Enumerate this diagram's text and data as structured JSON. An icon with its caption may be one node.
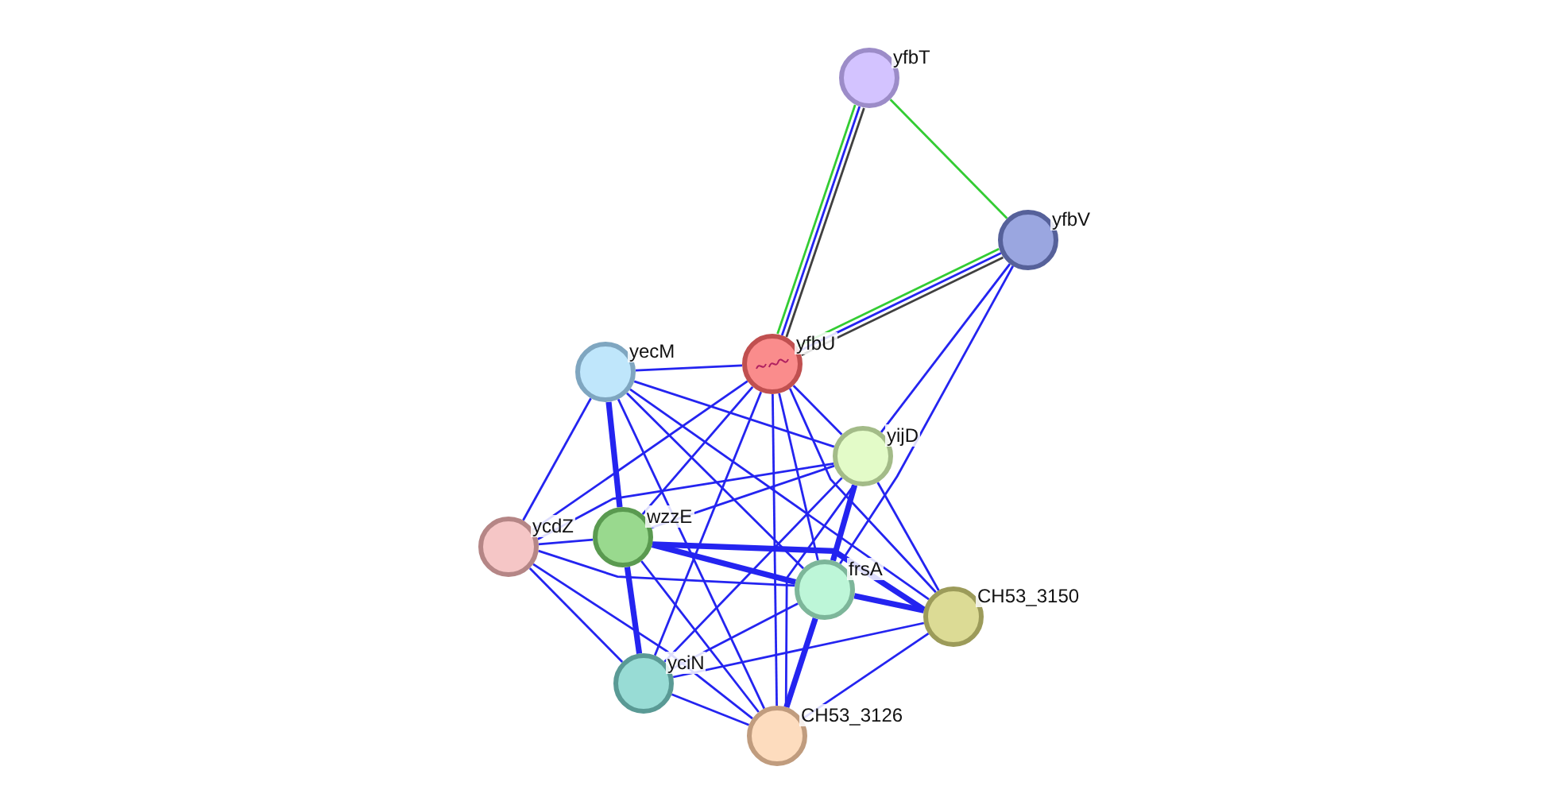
{
  "diagram": {
    "nodes": [
      {
        "text": [
          "yfbT"
        ]
      },
      {
        "text": [
          "yfbV"
        ]
      },
      {
        "text": [
          "yfbU"
        ]
      },
      {
        "text": [
          "yecM"
        ]
      },
      {
        "text": [
          "yijD"
        ]
      },
      {
        "text": [
          "ycdZ"
        ]
      },
      {
        "text": [
          "wzzE"
        ]
      },
      {
        "text": [
          "frsA"
        ]
      },
      {
        "text": [
          "CH53_3150"
        ]
      },
      {
        "text": [
          "yciN"
        ]
      },
      {
        "text": [
          "CH53_3126"
        ]
      }
    ],
    "edges": [
      {
        "from": 0,
        "to": 2,
        "arrow": "none",
        "color": "#404040"
      },
      {
        "from": 0,
        "to": 2,
        "arrow": "none"
      },
      {
        "from": 0,
        "to": 2,
        "arrow": "none",
        "color": "#33cc33"
      },
      {
        "from": 0,
        "to": 1,
        "arrow": "none",
        "color": "#33cc33"
      },
      {
        "from": 2,
        "to": 1,
        "arrow": "none",
        "color": "#404040"
      },
      {
        "from": 2,
        "to": 1,
        "arrow": "none"
      },
      {
        "from": 2,
        "to": 1,
        "arrow": "none",
        "color": "#33cc33"
      },
      {
        "from": 1,
        "to": 4,
        "arrow": "none"
      },
      {
        "from": 1,
        "to": 7,
        "arrow": "none"
      },
      {
        "from": 3,
        "to": 2,
        "arrow": "none"
      },
      {
        "from": 3,
        "to": 5,
        "arrow": "none"
      },
      {
        "from": 3,
        "to": 6,
        "arrow": "none",
        "style": "thick"
      },
      {
        "from": 3,
        "to": 4,
        "arrow": "none"
      },
      {
        "from": 3,
        "to": 7,
        "arrow": "none"
      },
      {
        "from": 3,
        "to": 8,
        "arrow": "none"
      },
      {
        "from": 3,
        "to": 10,
        "arrow": "none"
      },
      {
        "from": 2,
        "to": 5,
        "arrow": "none"
      },
      {
        "from": 2,
        "to": 6,
        "arrow": "none"
      },
      {
        "from": 2,
        "to": 9,
        "arrow": "none"
      },
      {
        "from": 2,
        "to": 10,
        "arrow": "none"
      },
      {
        "from": 2,
        "to": 7,
        "arrow": "none"
      },
      {
        "from": 2,
        "to": 4,
        "arrow": "none"
      },
      {
        "from": 2,
        "to": 8,
        "arrow": "none"
      },
      {
        "from": 4,
        "to": 6,
        "arrow": "none"
      },
      {
        "from": 4,
        "to": 5,
        "arrow": "none"
      },
      {
        "from": 4,
        "to": 9,
        "arrow": "none"
      },
      {
        "from": 4,
        "to": 7,
        "arrow": "none",
        "style": "thick"
      },
      {
        "from": 4,
        "to": 8,
        "arrow": "none"
      },
      {
        "from": 4,
        "to": 10,
        "arrow": "none"
      },
      {
        "from": 5,
        "to": 6,
        "arrow": "none"
      },
      {
        "from": 5,
        "to": 7,
        "arrow": "none"
      },
      {
        "from": 5,
        "to": 9,
        "arrow": "none"
      },
      {
        "from": 5,
        "to": 10,
        "arrow": "none"
      },
      {
        "from": 6,
        "to": 7,
        "arrow": "none",
        "style": "thick"
      },
      {
        "from": 6,
        "to": 8,
        "arrow": "none",
        "style": "thick"
      },
      {
        "from": 6,
        "to": 9,
        "arrow": "none",
        "style": "thick"
      },
      {
        "from": 6,
        "to": 10,
        "arrow": "none"
      },
      {
        "from": 7,
        "to": 8,
        "arrow": "none",
        "style": "thick"
      },
      {
        "from": 7,
        "to": 9,
        "arrow": "none"
      },
      {
        "from": 7,
        "to": 10,
        "arrow": "none",
        "style": "thick"
      },
      {
        "from": 9,
        "to": 8,
        "arrow": "none"
      },
      {
        "from": 9,
        "to": 10,
        "arrow": "none"
      },
      {
        "from": 8,
        "to": 10,
        "arrow": "none"
      }
    ]
  }
}
